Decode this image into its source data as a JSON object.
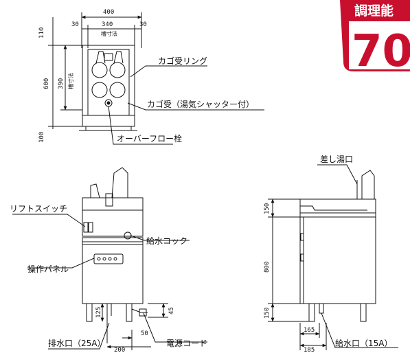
{
  "badge": {
    "title": "調理能",
    "number": "70",
    "accent_color": "#c8102e"
  },
  "top_view": {
    "dims": {
      "width_total": "400",
      "left_margin": "30",
      "inner_width": "340",
      "right_margin": "30",
      "tank_width_label": "槽寸法",
      "top_depth": "110",
      "tank_depth": "390",
      "tank_depth_label": "槽寸法",
      "total_depth": "600",
      "bottom_depth": "100"
    },
    "callouts": {
      "basket_ring": "カゴ受リング",
      "basket_holder": "カゴ受（湯気シャッター付）",
      "overflow_plug": "オーバーフロー栓"
    }
  },
  "front_view": {
    "callouts": {
      "lift_switch": "リフトスイッチ",
      "water_cock": "給水コック",
      "control_panel": "操作パネル",
      "drain": "排水口（25A）",
      "power_cord": "電源コード"
    },
    "dims": {
      "drain_height": "125",
      "cord_height": "45",
      "cord_offset": "50",
      "drain_offset": "200"
    }
  },
  "side_view": {
    "callouts": {
      "hot_water_inlet": "差し湯口",
      "water_inlet": "給水口（15A）"
    },
    "dims": {
      "top_height": "150",
      "body_height": "800",
      "leg_height": "150",
      "inlet_offset": "165",
      "overall_offset": "185"
    }
  }
}
